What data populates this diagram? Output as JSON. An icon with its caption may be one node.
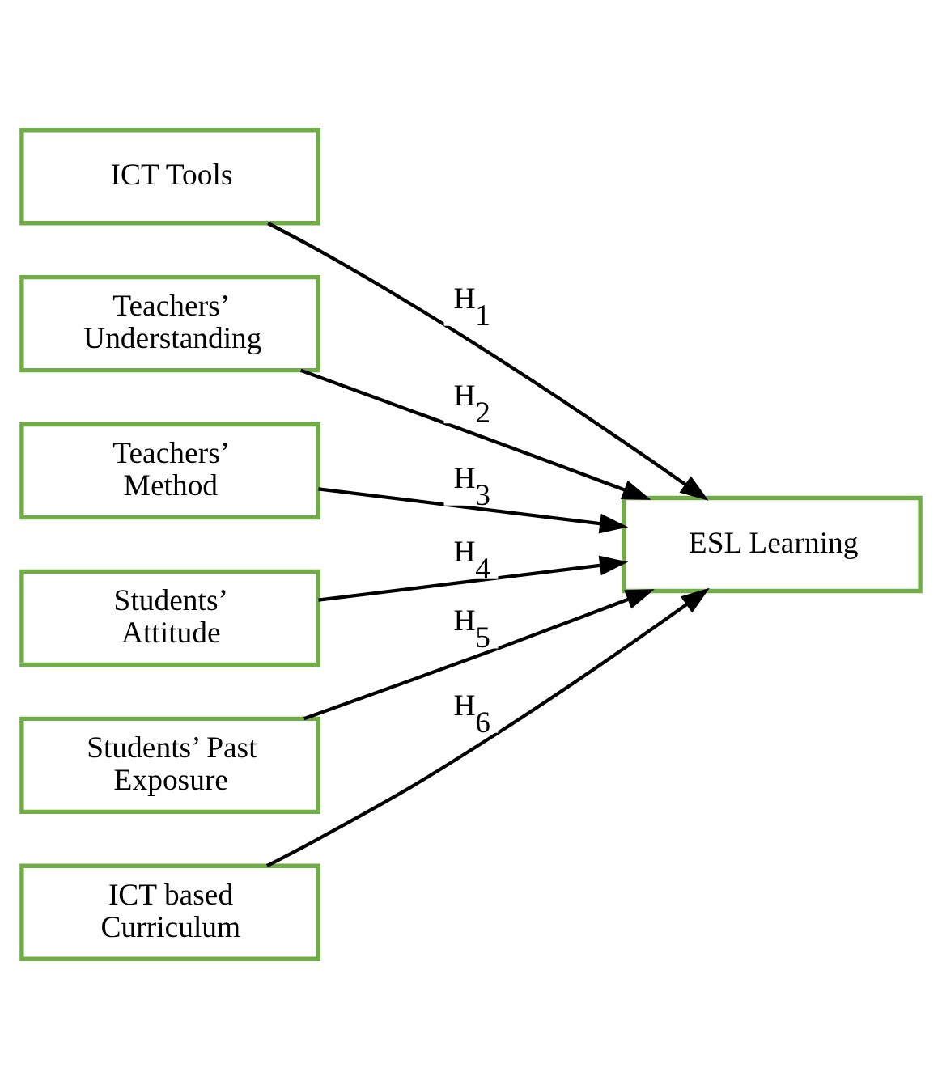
{
  "diagram": {
    "nodes": [
      {
        "text": [
          "ICT Tools"
        ]
      },
      {
        "text": [
          "Teachers’ Understanding"
        ]
      },
      {
        "text": [
          "Teachers’ Method"
        ]
      },
      {
        "text": [
          "Students’ Attitude"
        ]
      },
      {
        "text": [
          "Students’ Past Exposure"
        ]
      },
      {
        "text": [
          "ICT based Curriculum"
        ]
      },
      {
        "text": [
          "ESL Learning"
        ]
      }
    ],
    "edges": [
      {
        "from": 0,
        "to": 6,
        "arrow": "to",
        "label": "H$_{1}$"
      },
      {
        "from": 1,
        "to": 6,
        "arrow": "to",
        "label": "H$_{2}$"
      },
      {
        "from": 2,
        "to": 6,
        "arrow": "to",
        "label": "H$_{3}$"
      },
      {
        "from": 3,
        "to": 6,
        "arrow": "to",
        "label": "H$_{4}$"
      },
      {
        "from": 4,
        "to": 6,
        "arrow": "to",
        "label": "H$_{5}$"
      },
      {
        "from": 5,
        "to": 6,
        "arrow": "to",
        "label": "H$_{6}$"
      }
    ]
  }
}
